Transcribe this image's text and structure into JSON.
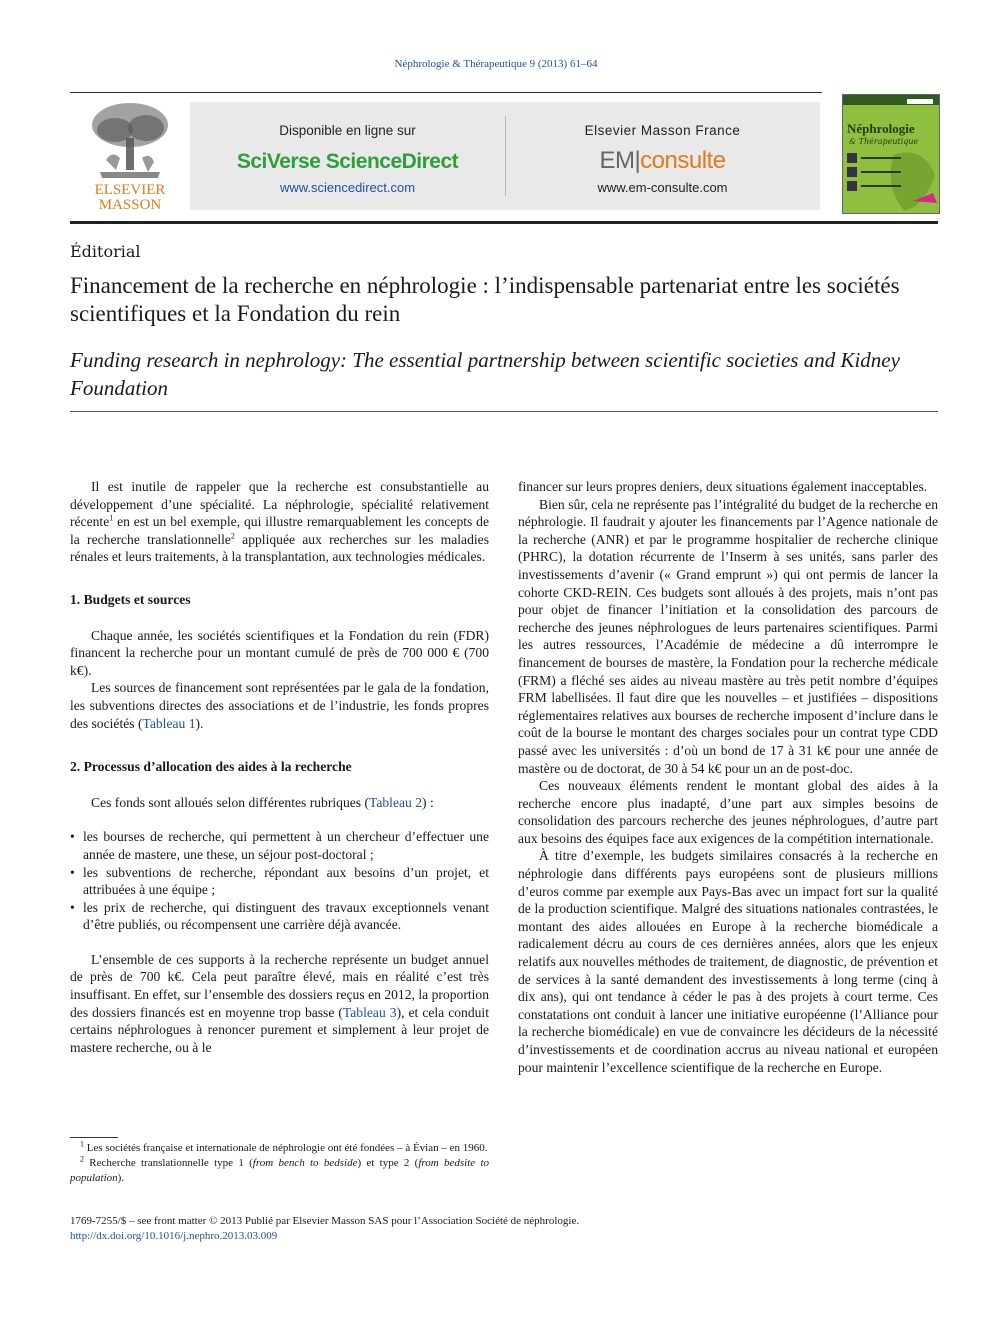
{
  "journal_ref": "Néphrologie & Thérapeutique 9 (2013) 61–64",
  "publisher_logo": {
    "line1": "ELSEVIER",
    "line2": "MASSON"
  },
  "banner": {
    "left_line1": "Disponible en ligne sur",
    "left_logo": "SciVerse ScienceDirect",
    "left_url": "www.sciencedirect.com",
    "right_line1": "Elsevier Masson France",
    "right_logo_em": "EM",
    "right_logo_bar": "|",
    "right_logo_consulte": "consulte",
    "right_url": "www.em-consulte.com"
  },
  "cover": {
    "title": "Néphrologie",
    "subtitle": "& Thérapeutique"
  },
  "article": {
    "kind": "Éditorial",
    "title_fr": "Financement de la recherche en néphrologie : l’indispensable partenariat entre les sociétés scientifiques et la Fondation du rein",
    "title_en": "Funding research in nephrology: The essential partnership between scientific societies and Kidney Foundation"
  },
  "body": {
    "intro_a": "Il est inutile de rappeler que la recherche est consubstantielle au développement d’une spécialité. La néphrologie, spécialité relativement récente",
    "intro_sup1": "1",
    "intro_b": " en est un bel exemple, qui illustre remarquablement les concepts de la recherche translationnelle",
    "intro_sup2": "2",
    "intro_c": " appliquée aux recherches sur les maladies rénales et leurs traitements, à la transplantation, aux technologies médicales.",
    "s1_title": "1. Budgets et sources",
    "s1_p1": "Chaque année, les sociétés scientifiques et la Fondation du rein (FDR) financent la recherche pour un montant cumulé de près de 700 000 € (700 k€).",
    "s1_p2a": "Les sources de financement sont représentées par le gala de la fondation, les subventions directes des associations et de l’industrie, les fonds propres des sociétés (",
    "s1_p2_link": "Tableau 1",
    "s1_p2b": ").",
    "s2_title": "2. Processus d’allocation des aides à la recherche",
    "s2_p1a": "Ces fonds sont alloués selon différentes rubriques (",
    "s2_p1_link": "Tableau 2",
    "s2_p1b": ") :",
    "bullets": [
      "les bourses de recherche, qui permettent à un chercheur d’effectuer une année de mastere, une these, un séjour post-doctoral ;",
      "les subventions de recherche, répondant aux besoins d’un projet, et attribuées à une équipe ;",
      "les prix de recherche, qui distinguent des travaux exceptionnels venant d’être publiés, ou récompensent une carrière déjà avancée."
    ],
    "s2_p2a": "L’ensemble de ces supports à la recherche représente un budget annuel de près de 700 k€. Cela peut paraître élevé, mais en réalité c’est très insuffisant. En effet, sur l’ensemble des dossiers reçus en 2012, la proportion des dossiers financés est en moyenne trop basse (",
    "s2_p2_link": "Tableau 3",
    "s2_p2b": "), et cela conduit certains néphrologues à renoncer purement et simplement à leur projet de mastere recherche, ou à le",
    "r_p0": "financer sur leurs propres deniers, deux situations également inacceptables.",
    "r_p1": "Bien sûr, cela ne représente pas l’intégralité du budget de la recherche en néphrologie. Il faudrait y ajouter les financements par l’Agence nationale de la recherche (ANR) et par le programme hospitalier de recherche clinique (PHRC), la dotation récurrente de l’Inserm à ses unités, sans parler des investissements d’avenir (« Grand emprunt ») qui ont permis de lancer la cohorte CKD-REIN. Ces budgets sont alloués à des projets, mais n’ont pas pour objet de financer l’initiation et la consolidation des parcours de recherche des jeunes néphrologues de leurs partenaires scientifiques. Parmi les autres ressources, l’Académie de médecine a dû interrompre le financement de bourses de mastère, la Fondation pour la recherche médicale (FRM) a fléché ses aides au niveau mastère au très petit nombre d’équipes FRM labellisées. Il faut dire que les nouvelles – et justifiées – dispositions réglementaires relatives aux bourses de recherche imposent d’inclure dans le coût de la bourse le montant des charges sociales pour un contrat type CDD passé avec les universités : d’où un bond de 17 à 31 k€ pour une année de mastère ou de doctorat, de 30 à 54 k€ pour un an de post-doc.",
    "r_p2": "Ces nouveaux éléments rendent le montant global des aides à la recherche encore plus inadapté, d’une part aux simples besoins de consolidation des parcours recherche des jeunes néphrologues, d’autre part aux besoins des équipes face aux exigences de la compétition internationale.",
    "r_p3": "À titre d’exemple, les budgets similaires consacrés à la recherche en néphrologie dans différents pays européens sont de plusieurs millions d’euros comme par exemple aux Pays-Bas avec un impact fort sur la qualité de la production scientifique. Malgré des situations nationales contrastées, le montant des aides allouées en Europe à la recherche biomédicale a radicalement décru au cours de ces dernières années, alors que les enjeux relatifs aux nouvelles méthodes de traitement, de diagnostic, de prévention et de services à la santé demandent des investissements à long terme (cinq à dix ans), qui ont tendance à céder le pas à des projets à court terme. Ces constatations ont conduit à lancer une initiative européenne (l’Alliance pour la recherche biomédicale) en vue de convaincre les décideurs de la nécessité d’investissements et de coordination accrus au niveau national et européen pour maintenir l’excellence scientifique de la recherche en Europe."
  },
  "footnotes": {
    "fn1_num": "1",
    "fn1": " Les sociétés française et internationale de néphrologie ont été fondées – à Évian – en 1960.",
    "fn2_num": "2",
    "fn2_a": " Recherche translationnelle type 1 (",
    "fn2_i1": "from bench to bedside",
    "fn2_b": ") et type 2 (",
    "fn2_i2": "from bedsite to population",
    "fn2_c": ")."
  },
  "bottom": {
    "issn": "1769-7255/$ – see front matter © 2013 Publié par Elsevier Masson SAS pour l’Association Société de néphrologie.",
    "doi": "http://dx.doi.org/10.1016/j.nephro.2013.03.009"
  },
  "colors": {
    "link": "#1f4fa8",
    "sciverse": "#2e9e3a",
    "consulte": "#e07a1c",
    "elsevier": "#e07a1c",
    "cover": "#8fbf3f"
  }
}
